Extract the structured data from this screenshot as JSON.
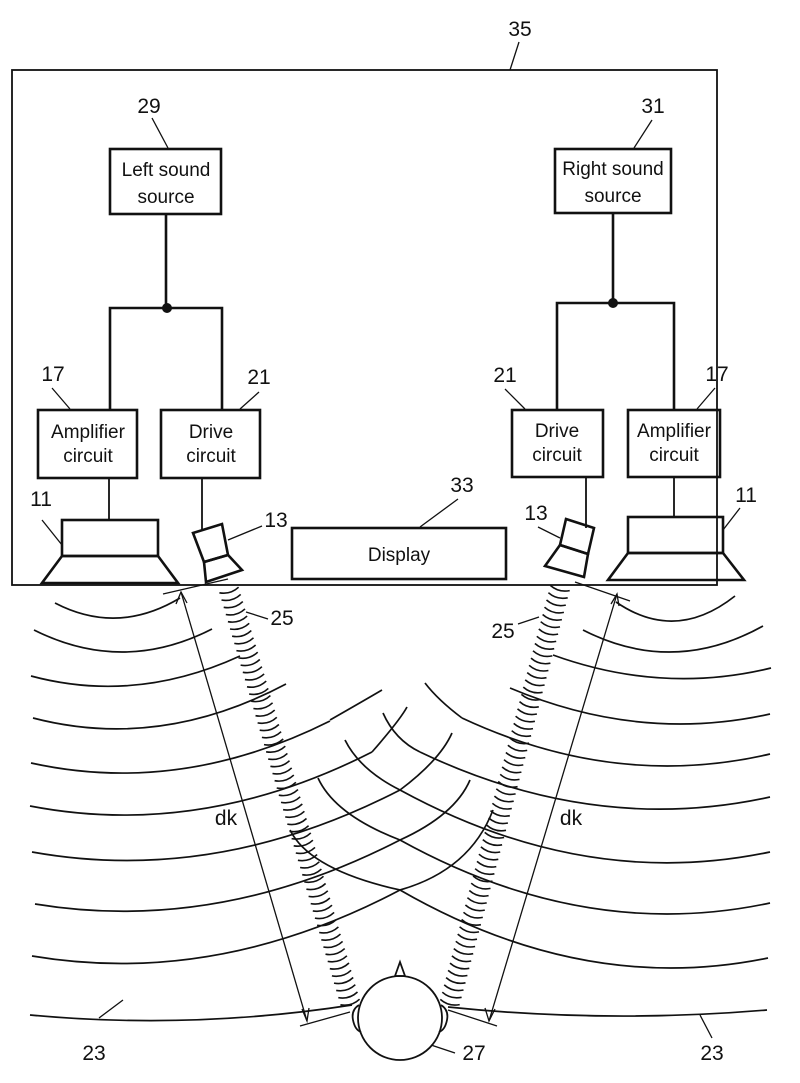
{
  "figure": {
    "type": "patent-diagram",
    "description": "Stereo sound system: sound sources feed amplifier circuits driving wide-area speakers and drive circuits driving directional (parametric) speakers that beam sound toward a listener's ears"
  },
  "enclosure": {
    "ref": "35"
  },
  "sources": {
    "left": {
      "ref": "29",
      "line1": "Left sound",
      "line2": "source"
    },
    "right": {
      "ref": "31",
      "line1": "Right sound",
      "line2": "source"
    }
  },
  "circuits": {
    "left_amplifier": {
      "ref": "17",
      "line1": "Amplifier",
      "line2": "circuit"
    },
    "left_drive": {
      "ref": "21",
      "line1": "Drive",
      "line2": "circuit"
    },
    "right_drive": {
      "ref": "21",
      "line1": "Drive",
      "line2": "circuit"
    },
    "right_amplifier": {
      "ref": "17",
      "line1": "Amplifier",
      "line2": "circuit"
    }
  },
  "speakers": {
    "left_wide": {
      "ref": "11"
    },
    "left_directional": {
      "ref": "13"
    },
    "right_directional": {
      "ref": "13"
    },
    "right_wide": {
      "ref": "11"
    }
  },
  "display": {
    "ref": "33",
    "label": "Display"
  },
  "beams": {
    "left": {
      "ref": "25"
    },
    "right": {
      "ref": "25"
    }
  },
  "distances": {
    "left": {
      "label": "dk"
    },
    "right": {
      "label": "dk"
    }
  },
  "wavefronts": {
    "left": {
      "ref": "23"
    },
    "right": {
      "ref": "23"
    }
  },
  "listener": {
    "ref": "27"
  }
}
